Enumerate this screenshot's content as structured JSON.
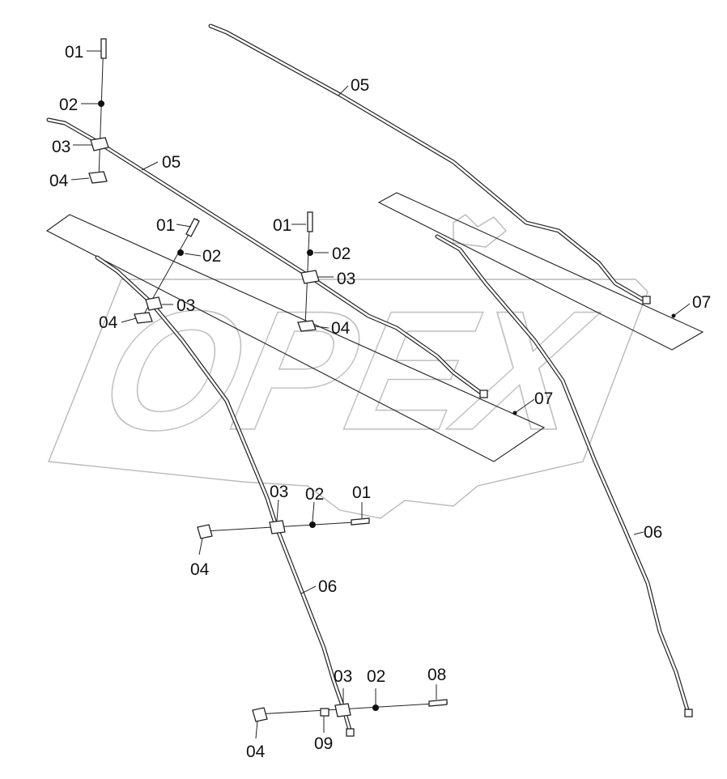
{
  "watermark": {
    "text": "OPEX"
  },
  "callouts": {
    "c01a": "01",
    "c02a": "02",
    "c03a": "03",
    "c04a": "04",
    "c05a": "05",
    "c05b": "05",
    "c01b": "01",
    "c02b": "02",
    "c03b": "03",
    "c04b": "04",
    "c01c": "01",
    "c02c": "02",
    "c03c": "03",
    "c04c": "04",
    "c07a": "07",
    "c07b": "07",
    "c06a": "06",
    "c06b": "06",
    "c03d": "03",
    "c02d": "02",
    "c01d": "01",
    "c04d": "04",
    "c03e": "03",
    "c02e": "02",
    "c08": "08",
    "c04e": "04",
    "c09": "09"
  },
  "colors": {
    "line": "#222222",
    "watermark": "#b9b9b9",
    "background": "#ffffff"
  }
}
